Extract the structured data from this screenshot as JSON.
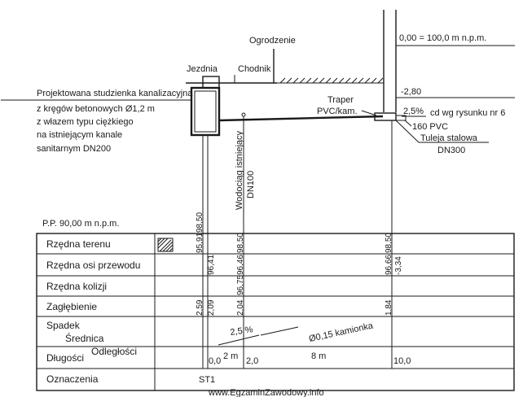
{
  "profile": {
    "labels": {
      "zero_level": "0,00 = 100,0 m n.p.m.",
      "fence": "Ogrodzenie",
      "roadway": "Jezdnia",
      "sidewalk": "Chodnik",
      "manhole_line1": "Projektowana studzienka kanalizacyjna",
      "manhole_line2": "z kręgów betonowych Ø1,2 m",
      "manhole_line3": "z włazem typu ciężkiego",
      "manhole_line4": "na istniejącym kanale",
      "manhole_line5": "sanitarnym DN200",
      "depth_value": "-2,80",
      "trap_line1": "Traper",
      "trap_line2": "PVC/kam.",
      "slope": "2,5%",
      "continuation": "cd wg rysunku nr 6",
      "pipe_pvc": "160 PVC",
      "sleeve_line1": "Tuleja stalowa",
      "sleeve_line2": "DN300",
      "water_line1": "Wodociąg istniejący",
      "water_line2": "DN100",
      "ref_level": "P.P. 90,00 m n.p.m."
    },
    "table": {
      "rows": [
        "Rzędna terenu",
        "Rzędna osi przewodu",
        "Rzędna kolizji",
        "Zagłębienie",
        "Spadek",
        "Średnica",
        "Długości",
        "Odległości",
        "Oznaczenia"
      ],
      "values": {
        "terrain_1": "95,91",
        "terrain_2": "98,50",
        "terrain_3": "98,50",
        "terrain_4": "98,50",
        "axis_1": "96,41",
        "axis_2": "96,46",
        "axis_3": "96,66",
        "axis_4": "-3,34",
        "collision": "96,75",
        "depth_1": "2,59",
        "depth_2": "2,09",
        "depth_3": "2,04",
        "depth_4": "1,84",
        "slope": "2,5 %",
        "diameter": "Ø0,15 kamionka",
        "len_1": "2 m",
        "len_2": "8 m",
        "dist_1": "0,0",
        "dist_2": "2,0",
        "dist_3": "10,0",
        "mark": "ST1"
      }
    },
    "footer": "www.EgzaminZawodowy.info"
  }
}
